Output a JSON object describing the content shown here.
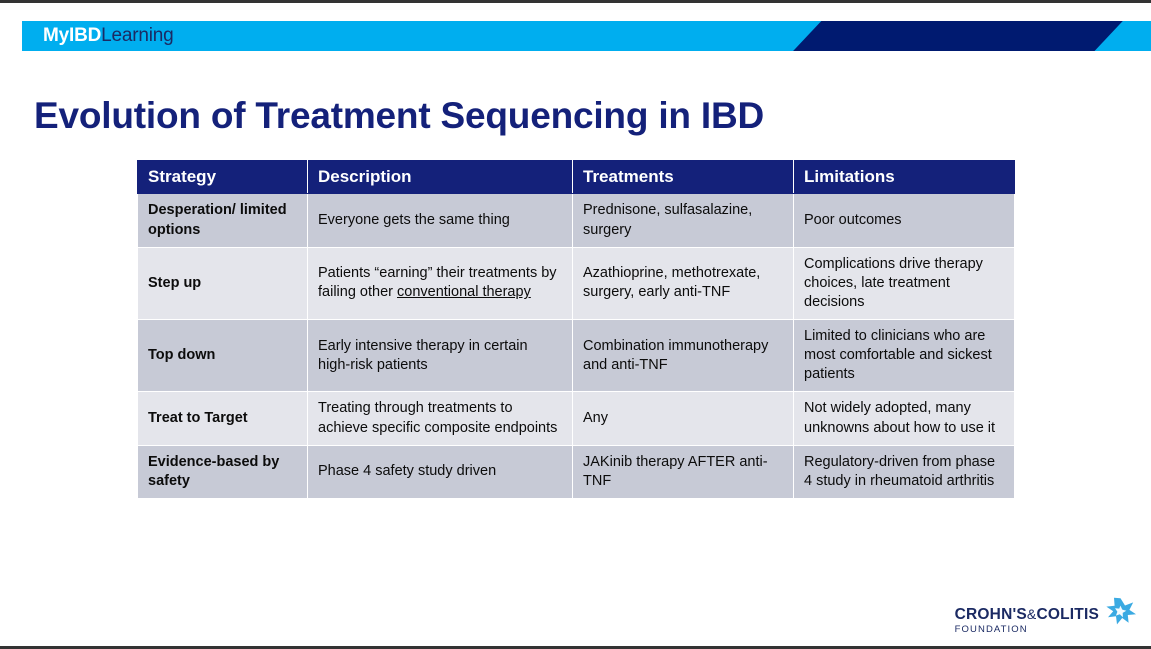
{
  "banner": {
    "brand_my": "My",
    "brand_ibd": "IBD",
    "brand_learning": "Learning",
    "cyan": "#00AEEF",
    "navy": "#001A70"
  },
  "slide": {
    "title": "Evolution of Treatment Sequencing in IBD",
    "title_color": "#14217A"
  },
  "table": {
    "header_bg": "#14217A",
    "row_dark_bg": "#c7cad6",
    "row_light_bg": "#e4e5eb",
    "columns": [
      "Strategy",
      "Description",
      "Treatments",
      "Limitations"
    ],
    "rows": [
      {
        "strategy": "Desperation/ limited options",
        "description": "Everyone gets the same thing",
        "treatments": "Prednisone, sulfasalazine, surgery",
        "limitations": "Poor outcomes"
      },
      {
        "strategy": "Step up",
        "description_prefix": "Patients “earning” their treatments by failing other ",
        "description_underlined": "conventional therapy",
        "treatments": "Azathioprine, methotrexate, surgery, early anti-TNF",
        "limitations": "Complications drive therapy choices, late treatment decisions"
      },
      {
        "strategy": "Top down",
        "description": "Early intensive therapy in certain high-risk patients",
        "treatments": "Combination immunotherapy and anti-TNF",
        "limitations": "Limited to clinicians who are most comfortable and sickest patients"
      },
      {
        "strategy": "Treat to Target",
        "description": "Treating through treatments to achieve specific composite endpoints",
        "treatments": "Any",
        "limitations": "Not widely adopted, many unknowns about how to use it"
      },
      {
        "strategy": "Evidence-based by safety",
        "description": "Phase 4 safety study driven",
        "treatments": "JAKinib therapy AFTER anti-TNF",
        "limitations": "Regulatory-driven from phase 4 study in rheumatoid arthritis"
      }
    ]
  },
  "footer": {
    "logo_line1_a": "CROHN'S",
    "logo_line1_amp": "&",
    "logo_line1_b": "COLITIS",
    "logo_line2": "FOUNDATION",
    "logo_color": "#1b2a63",
    "logo_mark_color": "#2aa3e0"
  }
}
